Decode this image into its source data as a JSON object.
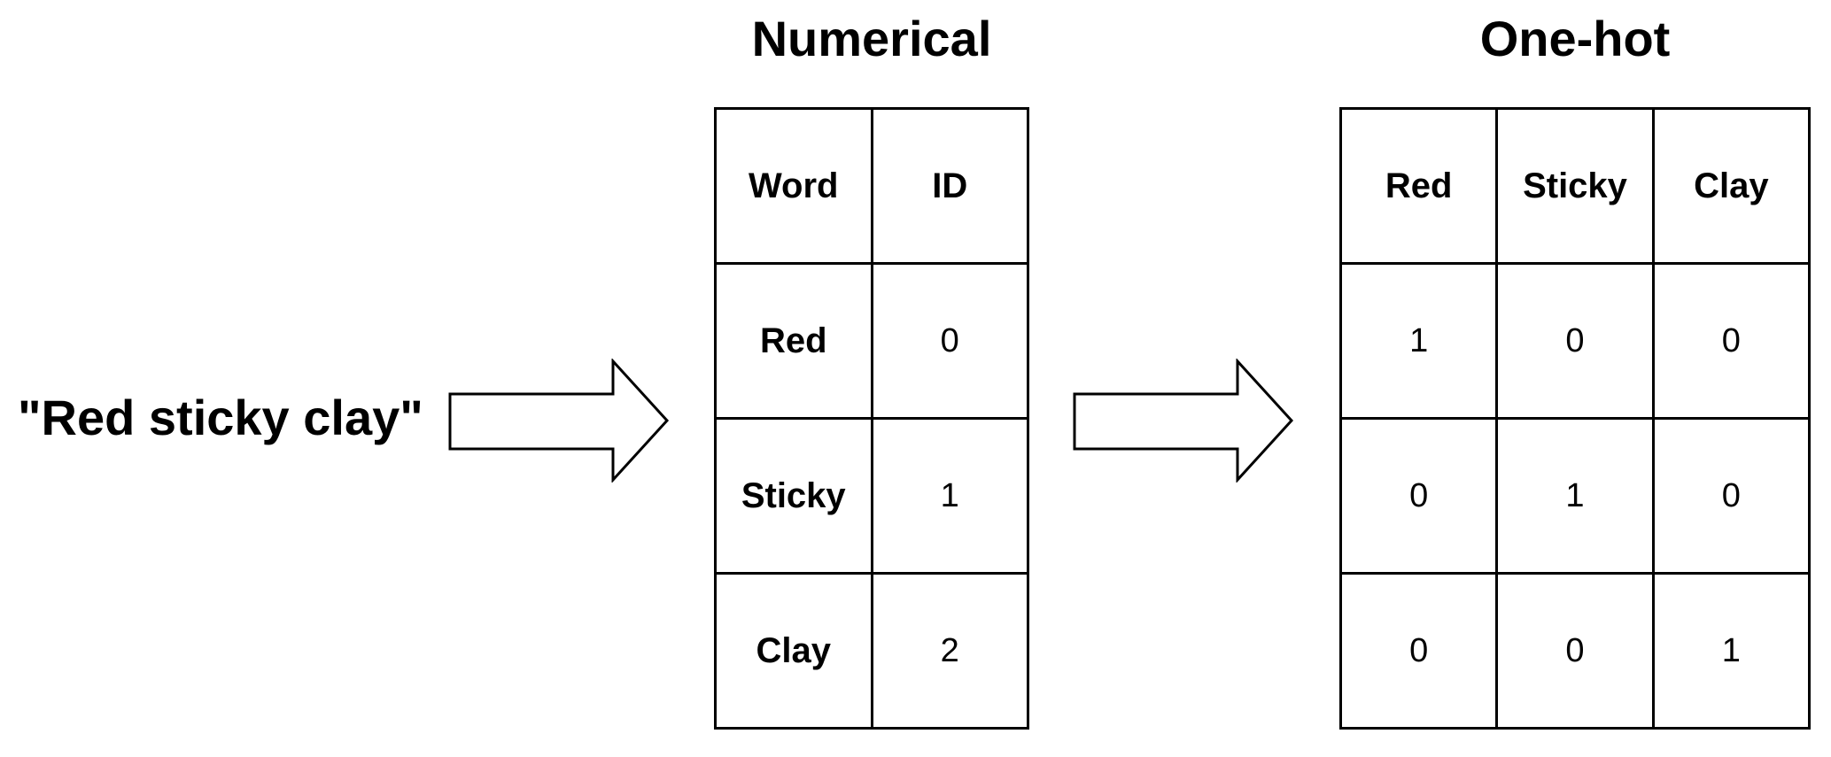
{
  "input_text": "\"Red sticky clay\"",
  "numerical": {
    "title": "Numerical",
    "headers": [
      "Word",
      "ID"
    ],
    "rows": [
      {
        "word": "Red",
        "id": "0"
      },
      {
        "word": "Sticky",
        "id": "1"
      },
      {
        "word": "Clay",
        "id": "2"
      }
    ]
  },
  "one_hot": {
    "title": "One-hot",
    "headers": [
      "Red",
      "Sticky",
      "Clay"
    ],
    "rows": [
      [
        "1",
        "0",
        "0"
      ],
      [
        "0",
        "1",
        "0"
      ],
      [
        "0",
        "0",
        "1"
      ]
    ]
  },
  "colors": {
    "line": "#000000",
    "arrow_fill": "#ffffff",
    "background": "#ffffff"
  }
}
